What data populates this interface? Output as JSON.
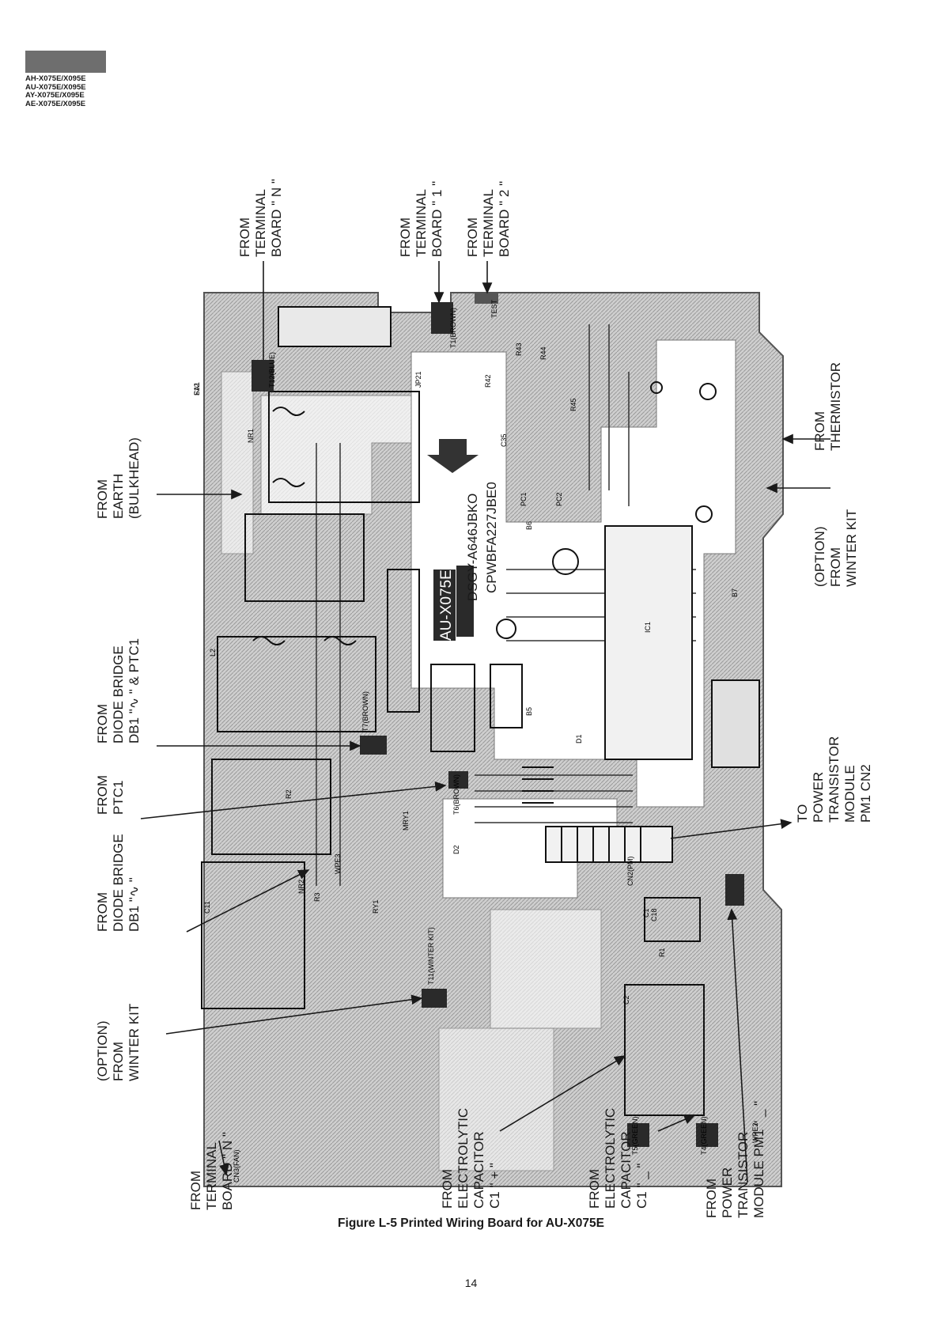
{
  "header": {
    "models": [
      "AH-X075E/X095E",
      "AU-X075E/X095E",
      "AY-X075E/X095E",
      "AE-X075E/X095E"
    ]
  },
  "board": {
    "silkscreen_model": "AU-X075E",
    "part_numbers": [
      "DSGY-A646JBKO",
      "CPWBFA227JBE0"
    ],
    "components": [
      "CN3(FAN)",
      "T11(WINTER KIT)",
      "CN2(PM)",
      "T12(BLUE)",
      "T1(BROWN)",
      "T7(BROWN)",
      "T6(BROWN)",
      "T5(GREEN)",
      "T4(GREEN)",
      "JP21",
      "TEST",
      "F12",
      "C11",
      "C2",
      "C1",
      "NR1",
      "NR2",
      "PC1",
      "PC2",
      "IC1",
      "WPE3",
      "WPE2",
      "C18",
      "R1",
      "R2",
      "R3",
      "MRY1",
      "RY1",
      "C35",
      "R45",
      "R42",
      "R43",
      "R44",
      "D1",
      "D2",
      "B5",
      "B6",
      "B7",
      "L2",
      "SA1"
    ]
  },
  "callouts": {
    "earth": [
      "FROM",
      "EARTH",
      "(BULKHEAD)"
    ],
    "terminal_n_top": [
      "FROM",
      "TERMINAL",
      "BOARD \" N \""
    ],
    "terminal_1": [
      "FROM",
      "TERMINAL",
      "BOARD \" 1 \""
    ],
    "terminal_2": [
      "FROM",
      "TERMINAL",
      "BOARD \" 2 \""
    ],
    "diode_ptc1": [
      "FROM",
      "DIODE BRIDGE",
      "DB1 \"∿ \" & PTC1"
    ],
    "ptc1": [
      "FROM",
      "PTC1"
    ],
    "diode_db1": [
      "FROM",
      "DIODE BRIDGE",
      "DB1 \"∿ \""
    ],
    "winter_kit_left": [
      "(OPTION)",
      "FROM",
      "WINTER KIT"
    ],
    "terminal_n_bottom": [
      "FROM",
      "TERMINAL",
      "BOARD \" N \""
    ],
    "cap_plus": [
      "FROM",
      "ELECTROLYTIC",
      "CAPACITOR",
      "C1 \" + \""
    ],
    "cap_minus": [
      "FROM",
      "ELECTROLYTIC",
      "CAPACITOR",
      "C1 \" _ \""
    ],
    "pm1_minus": [
      "FROM",
      "POWER",
      "TRANSISTOR",
      "MODULE PM1 \" _ \""
    ],
    "to_pm1": [
      "TO",
      "POWER",
      "TRANSISTOR",
      "MODULE",
      "PM1  CN2"
    ],
    "winter_kit_right": [
      "(OPTION)",
      "FROM",
      "WINTER KIT"
    ],
    "thermistor": [
      "FROM",
      "THERMISTOR"
    ]
  },
  "caption": "Figure L-5 Printed Wiring Board for AU-X075E",
  "page_number": "14"
}
